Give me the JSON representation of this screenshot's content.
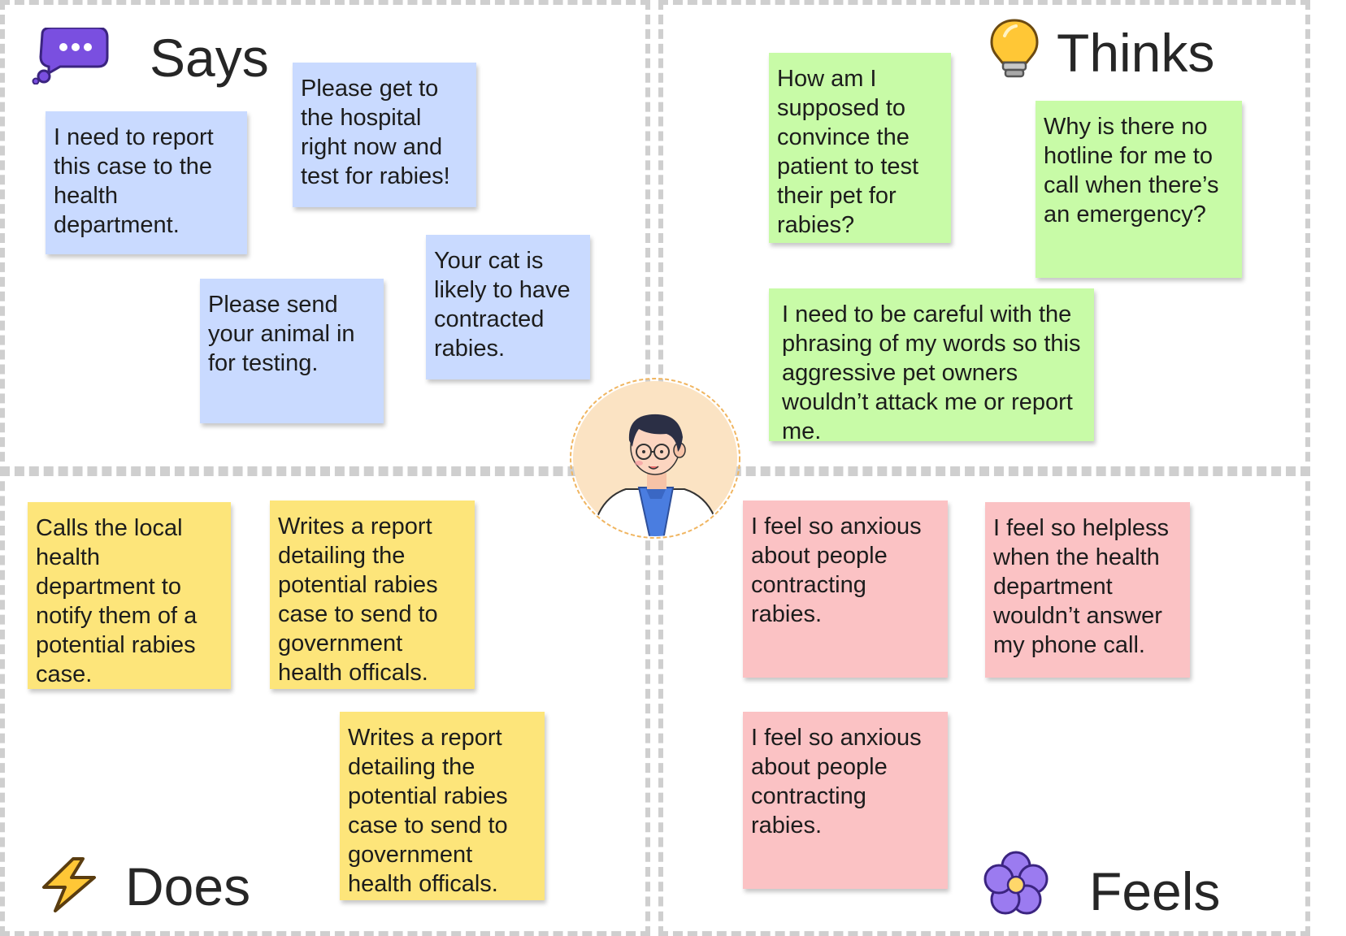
{
  "says": {
    "title": "Says",
    "icon": "speech-bubble-icon",
    "notes": [
      "I need to report this case to the health department.",
      "Please get to the hospital right now and test for rabies!",
      "Please send your animal in for testing.",
      "Your cat is likely to have contracted rabies."
    ]
  },
  "thinks": {
    "title": "Thinks",
    "icon": "lightbulb-icon",
    "notes": [
      "How am I supposed to convince the patient to test their pet for rabies?",
      "Why is there no hotline for me to call when there’s an emergency?",
      "I need to be careful with the phrasing of my words so this aggressive pet owners wouldn’t attack me or report me."
    ]
  },
  "does": {
    "title": "Does",
    "icon": "lightning-bolt-icon",
    "notes": [
      "Calls the local health department to notify them of a potential rabies case.",
      "Writes a report detailing the potential rabies case to send to government health officals.",
      "Writes a report detailing the potential rabies case to send to government health officals."
    ]
  },
  "feels": {
    "title": "Feels",
    "icon": "flower-icon",
    "notes": [
      "I feel so anxious about people contracting rabies.",
      "I feel so helpless when the health department wouldn’t answer my phone call.",
      "I feel so anxious about people contracting rabies."
    ]
  },
  "colors": {
    "says_note": "#c9daff",
    "thinks_note": "#c8fba7",
    "does_note": "#fde57a",
    "feels_note": "#fbc2c4",
    "quadrant_border": "#cfcfcf"
  },
  "center": {
    "icon": "doctor-avatar-icon"
  }
}
